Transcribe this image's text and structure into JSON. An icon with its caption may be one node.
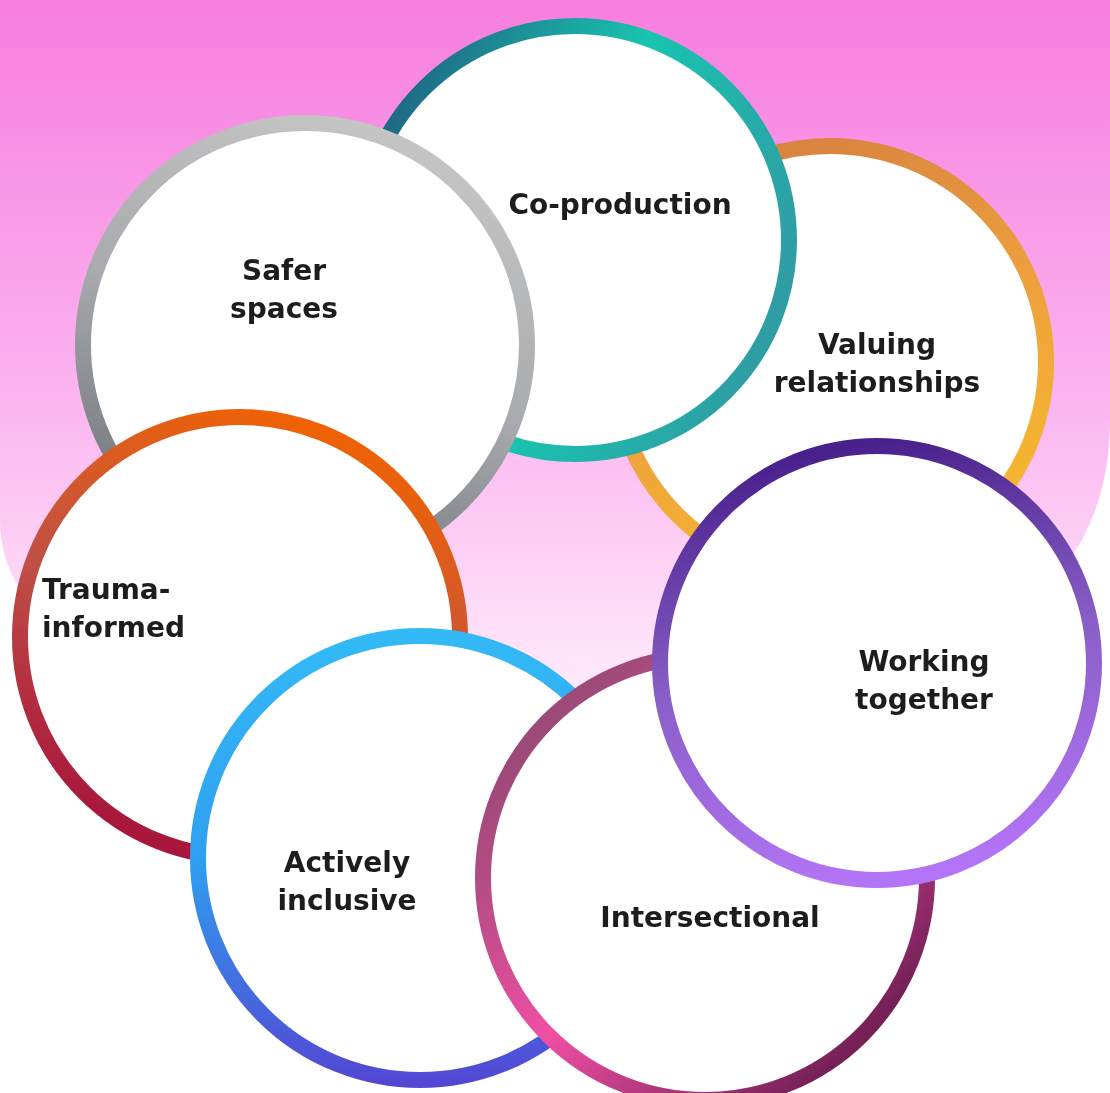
{
  "diagram": {
    "nodes": [
      {
        "text": [
          "Co-production"
        ]
      },
      {
        "text": [
          "Safer spaces"
        ]
      },
      {
        "text": [
          "Valuing relationships"
        ]
      },
      {
        "text": [
          "Trauma-informed"
        ]
      },
      {
        "text": [
          "Working together"
        ]
      },
      {
        "text": [
          "Actively inclusive"
        ]
      },
      {
        "text": [
          "Intersectional"
        ]
      }
    ]
  }
}
